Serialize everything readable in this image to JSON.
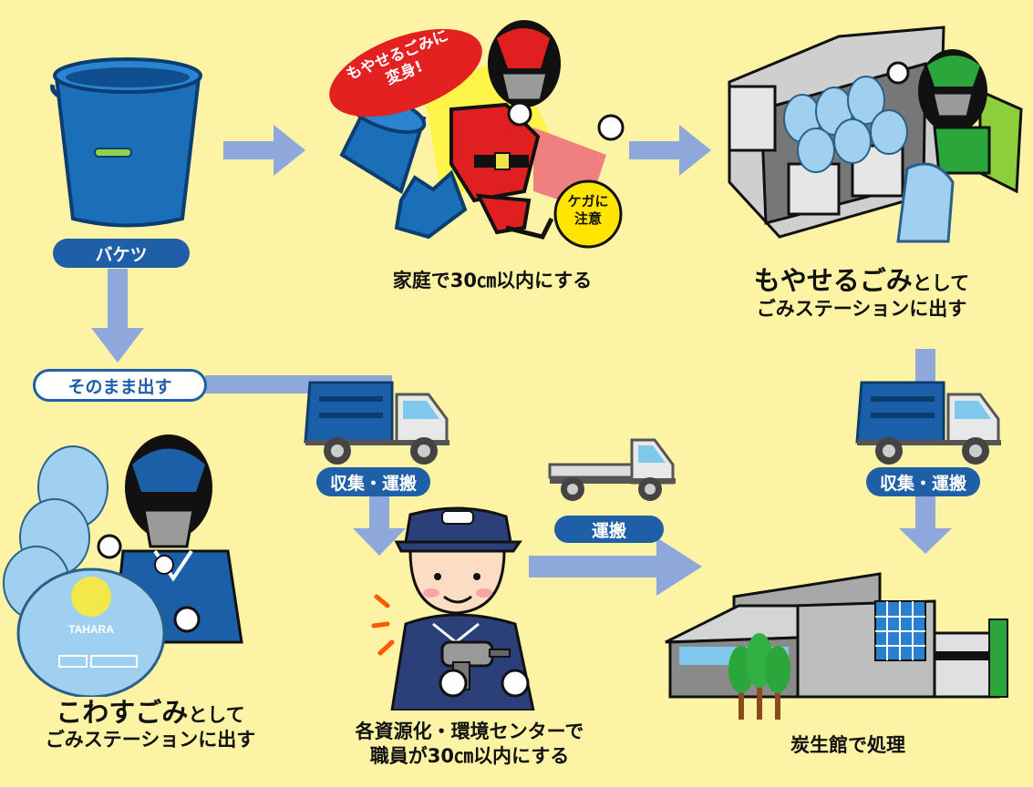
{
  "labels": {
    "bucket": "バケツ",
    "as_is": "そのまま出す",
    "collect_1": "収集・運搬",
    "collect_2": "収集・運搬",
    "transport": "運搬"
  },
  "bubbles": {
    "transform_line1": "もやせるごみに",
    "transform_line2": "変身!",
    "caution_line1": "ケガに",
    "caution_line2": "注意"
  },
  "captions": {
    "home_cut": "家庭で30㎝以内にする",
    "burnable_big": "もやせるごみ",
    "burnable_suffix": "として",
    "burnable_line2": "ごみステーションに出す",
    "breakable_big": "こわすごみ",
    "breakable_suffix": "として",
    "breakable_line2": "ごみステーションに出す",
    "center_line1": "各資源化・環境センターで",
    "center_line2": "職員が30㎝以内にする",
    "facility": "炭生館で処理"
  },
  "bag_text": {
    "brand": "TAHARA"
  },
  "colors": {
    "background": "#fdf3a4",
    "arrow": "#8fa8dc",
    "pill_blue": "#1e5fa8",
    "bucket_blue": "#1a6fb8",
    "red_hero": "#e02020",
    "green_hero": "#2aa63a",
    "bag_blue": "#9fd0f0"
  }
}
